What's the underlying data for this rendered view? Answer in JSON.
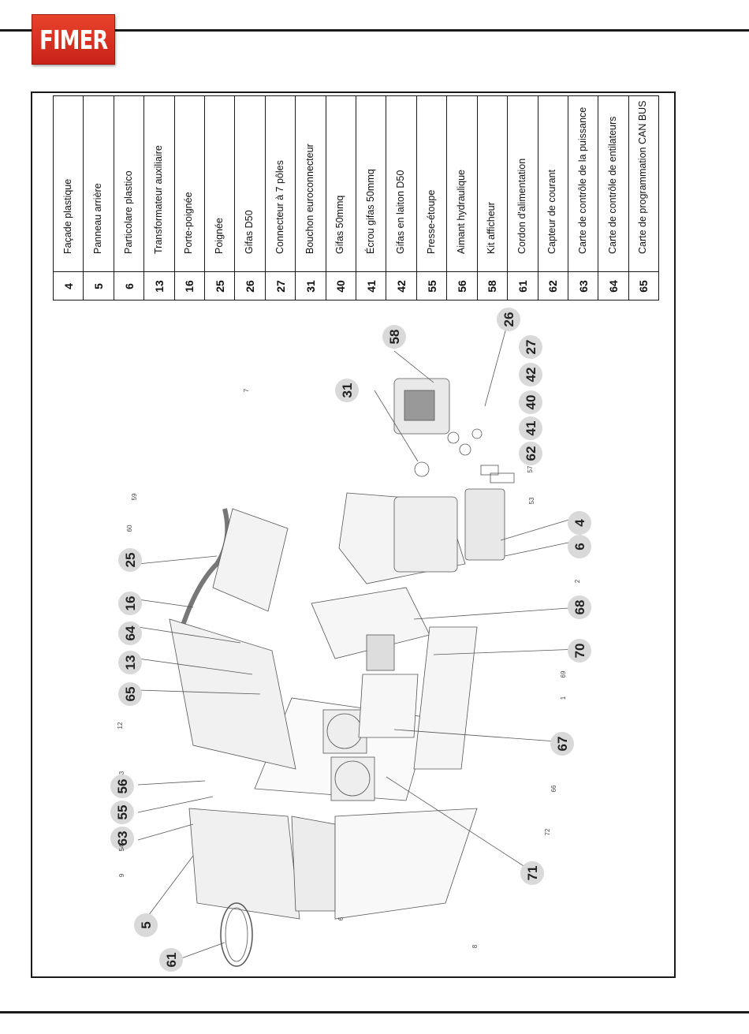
{
  "header": {
    "logo_text": "FIMER",
    "brand_color": "#d42a1e"
  },
  "parts": [
    {
      "num": "4",
      "label": "Façade plastique"
    },
    {
      "num": "5",
      "label": "Panneau arrière"
    },
    {
      "num": "6",
      "label": "Particolare plastico"
    },
    {
      "num": "13",
      "label": "Transformateur auxiliaire"
    },
    {
      "num": "16",
      "label": "Porte-poignée"
    },
    {
      "num": "25",
      "label": "Poignée"
    },
    {
      "num": "26",
      "label": "Gifas D50"
    },
    {
      "num": "27",
      "label": "Connecteur à 7 pôles"
    },
    {
      "num": "31",
      "label": "Bouchon euroconnecteur"
    },
    {
      "num": "40",
      "label": "Gifas 50mmq"
    },
    {
      "num": "41",
      "label": "Écrou gifas 50mmq"
    },
    {
      "num": "42",
      "label": "Gifas en laiton D50"
    },
    {
      "num": "55",
      "label": "Presse-étoupe"
    },
    {
      "num": "56",
      "label": "Aimant hydraulique"
    },
    {
      "num": "58",
      "label": "Kit afficheur"
    },
    {
      "num": "61",
      "label": "Cordon d'alimentation"
    },
    {
      "num": "62",
      "label": "Capteur de courant"
    },
    {
      "num": "63",
      "label": "Carte de contrôle de la puissance"
    },
    {
      "num": "64",
      "label": "Carte de contrôle de entilateurs"
    },
    {
      "num": "65",
      "label": "Carte de programmation CAN BUS"
    }
  ],
  "callouts": [
    {
      "id": "58",
      "label": "58"
    },
    {
      "id": "26",
      "label": "26"
    },
    {
      "id": "27",
      "label": "27"
    },
    {
      "id": "42",
      "label": "42"
    },
    {
      "id": "40",
      "label": "40"
    },
    {
      "id": "41",
      "label": "41"
    },
    {
      "id": "62",
      "label": "62"
    },
    {
      "id": "31",
      "label": "31"
    },
    {
      "id": "4",
      "label": "4"
    },
    {
      "id": "6",
      "label": "6"
    },
    {
      "id": "25",
      "label": "25"
    },
    {
      "id": "16",
      "label": "16"
    },
    {
      "id": "64",
      "label": "64"
    },
    {
      "id": "13",
      "label": "13"
    },
    {
      "id": "65",
      "label": "65"
    },
    {
      "id": "68",
      "label": "68"
    },
    {
      "id": "70",
      "label": "70"
    },
    {
      "id": "67",
      "label": "67"
    },
    {
      "id": "56",
      "label": "56"
    },
    {
      "id": "55",
      "label": "55"
    },
    {
      "id": "63",
      "label": "63"
    },
    {
      "id": "5",
      "label": "5"
    },
    {
      "id": "61",
      "label": "61"
    },
    {
      "id": "71",
      "label": "71"
    }
  ],
  "small_labels": [
    {
      "id": "7",
      "label": "7"
    },
    {
      "id": "59",
      "label": "59"
    },
    {
      "id": "60",
      "label": "60"
    },
    {
      "id": "53",
      "label": "53"
    },
    {
      "id": "57",
      "label": "57"
    },
    {
      "id": "2",
      "label": "2"
    },
    {
      "id": "12",
      "label": "12"
    },
    {
      "id": "69",
      "label": "69"
    },
    {
      "id": "1",
      "label": "1"
    },
    {
      "id": "3",
      "label": "3"
    },
    {
      "id": "66",
      "label": "66"
    },
    {
      "id": "72",
      "label": "72"
    },
    {
      "id": "54",
      "label": "54"
    },
    {
      "id": "9",
      "label": "9"
    },
    {
      "id": "6b",
      "label": "6"
    },
    {
      "id": "8",
      "label": "8"
    }
  ]
}
